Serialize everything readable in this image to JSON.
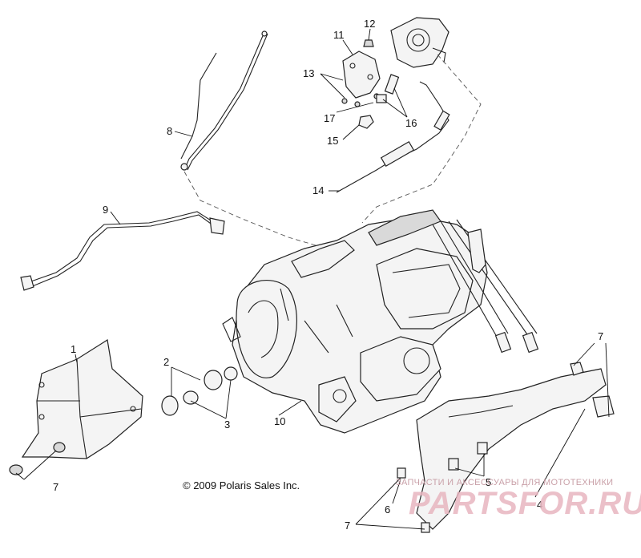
{
  "callouts": [
    "1",
    "2",
    "3",
    "4",
    "5",
    "6",
    "7",
    "8",
    "9",
    "10",
    "11",
    "12",
    "13",
    "14",
    "15",
    "16",
    "17"
  ],
  "copyright": "© 2009 Polaris Sales Inc.",
  "watermark": {
    "tagline": "ЗАПЧАСТИ И АКСЕССУАРЫ ДЛЯ МОТОТЕХНИКИ",
    "brand": "PARTSFOR.RU"
  }
}
